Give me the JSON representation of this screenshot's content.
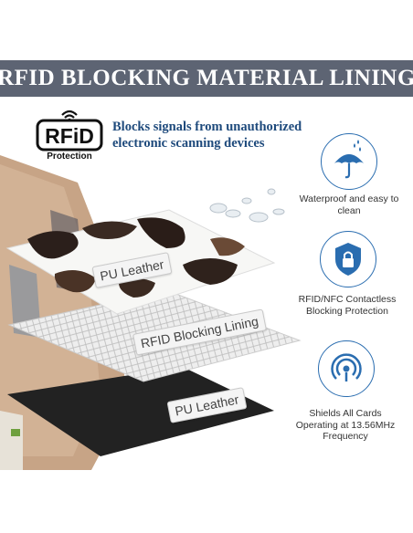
{
  "banner": {
    "title": "RFID BLOCKING MATERIAL LINING"
  },
  "rfid_badge": {
    "logo_text": "RFiD",
    "caption": "Protection"
  },
  "headline": "Blocks signals from unauthorized electronic scanning devices",
  "layers": [
    {
      "label": "PU Leather"
    },
    {
      "label": "RFID Blocking Lining"
    },
    {
      "label": "PU Leather"
    }
  ],
  "features": [
    {
      "icon": "umbrella-rain-icon",
      "label": "Waterproof and easy to clean"
    },
    {
      "icon": "shield-lock-icon",
      "label": "RFID/NFC Contactless Blocking Protection"
    },
    {
      "icon": "signal-waves-icon",
      "label": "Shields All Cards Operating at 13.56MHz Frequency"
    }
  ],
  "colors": {
    "banner_bg": "#5d6473",
    "headline": "#1e4a7c",
    "icon_blue": "#2a6db0",
    "wallet_tan": "#c8a888"
  }
}
